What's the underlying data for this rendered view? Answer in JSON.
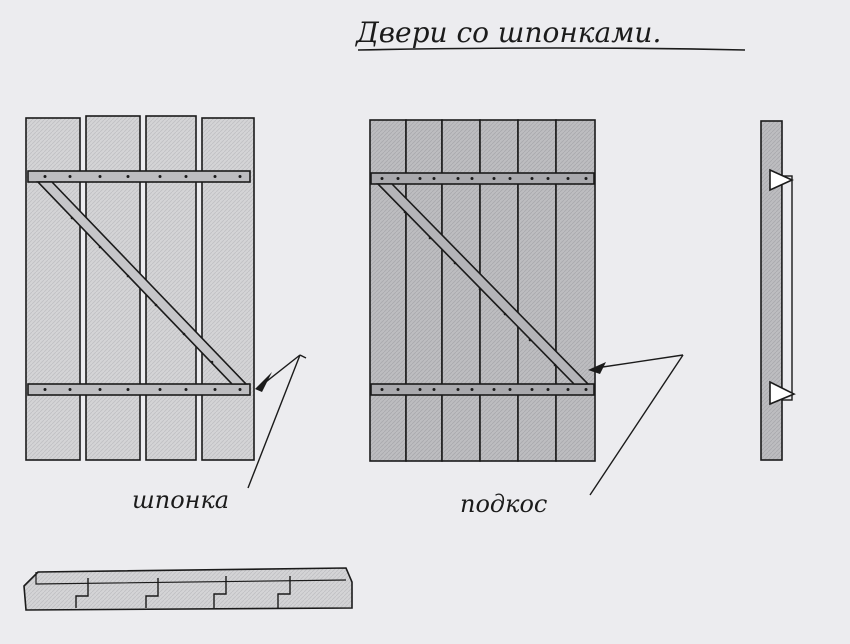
{
  "title": "Двери со шпонками.",
  "labels": {
    "key": "шпонка",
    "brace": "подкос"
  },
  "colors": {
    "paper": "#ececef",
    "wood_light": "#d6d6d6",
    "wood_dark": "#b9b9b9",
    "ink": "#1b1b1b"
  }
}
